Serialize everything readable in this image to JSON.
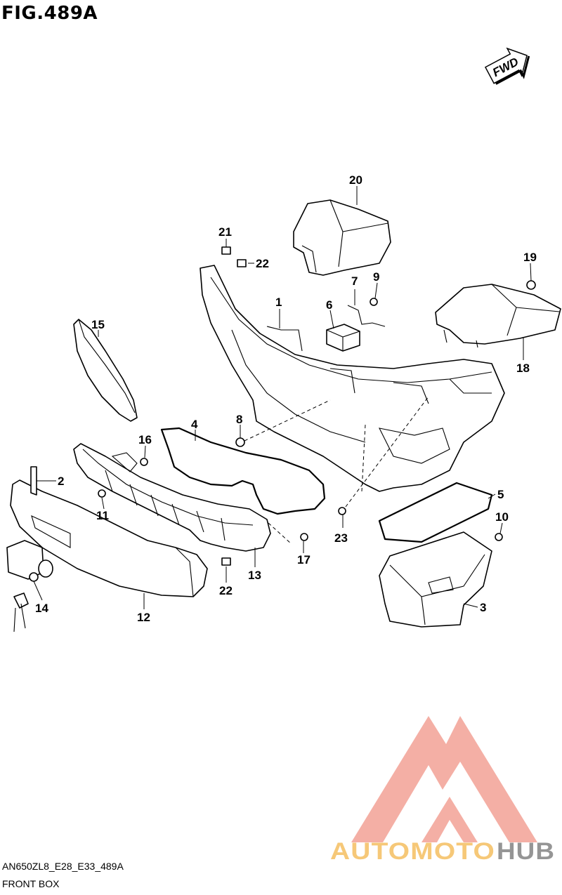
{
  "figure": {
    "title": "FIG.489A",
    "fwd_label": "FWD",
    "model_code": "AN650ZL8_E28_E33_489A",
    "section_name": "FRONT BOX"
  },
  "callouts": [
    "1",
    "2",
    "3",
    "4",
    "5",
    "6",
    "7",
    "8",
    "9",
    "10",
    "11",
    "12",
    "13",
    "14",
    "15",
    "16",
    "17",
    "18",
    "19",
    "20",
    "21",
    "22",
    "22",
    "23"
  ],
  "watermark": {
    "part1": "AUTOMOTO",
    "part2": "HUB",
    "color_primary": "#f3a79c",
    "color_text1": "#f6c36a",
    "color_text2": "#8a8a8a"
  }
}
